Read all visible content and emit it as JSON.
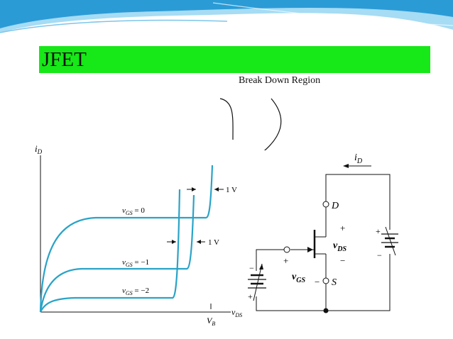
{
  "slide": {
    "title": "JFET",
    "annotation": "Break Down Region",
    "colors": {
      "title_bar": "#17e817",
      "curve": "#2aa3c7",
      "wave_dark": "#2b9bd6",
      "wave_light": "#a6dcf4"
    }
  },
  "graph": {
    "y_axis_label": "i",
    "y_axis_sub": "D",
    "x_axis_label": "v",
    "x_axis_sub": "DS",
    "vb_label": "V",
    "vb_sub": "B",
    "curves": [
      {
        "v": "v",
        "sub": "GS",
        "value": " = 0"
      },
      {
        "v": "v",
        "sub": "GS",
        "value": " = −1"
      },
      {
        "v": "v",
        "sub": "GS",
        "value": " = −2"
      }
    ],
    "spacing_labels": [
      "1 V",
      "1 V"
    ]
  },
  "circuit": {
    "current_label": "i",
    "current_sub": "D",
    "drain": "D",
    "source": "S",
    "vds_v": "v",
    "vds_sub": "DS",
    "vgs_v": "v",
    "vgs_sub": "GS",
    "plus": "+",
    "minus": "−"
  }
}
